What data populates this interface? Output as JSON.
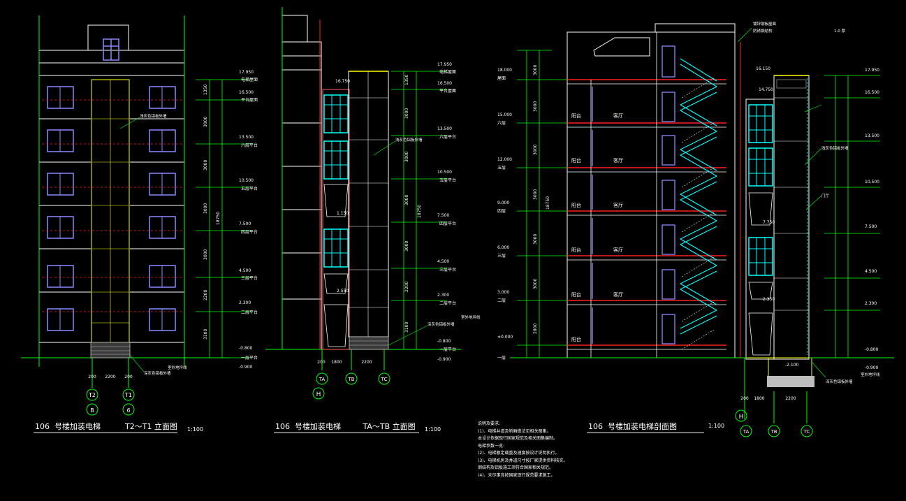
{
  "colors": {
    "background": "#000000",
    "green": "#00ff00",
    "white": "#ffffff",
    "yellow": "#ffff00",
    "red": "#ff2020",
    "cyan": "#00ffff",
    "blue": "#8a8aff",
    "gray": "#bdbdbd"
  },
  "drawing1": {
    "title_no": "106",
    "title_text": "号楼加装电梯",
    "title_axes": "T2～T1 立面图",
    "scale": "1:100",
    "axis_bubbles": [
      "T2",
      "T1",
      "B",
      "6"
    ],
    "dims": [
      "200",
      "2200",
      "200"
    ],
    "elevations": [
      "17.950",
      "16.500",
      "13.500",
      "10.500",
      "7.500",
      "4.500",
      "2.300",
      "-0.800",
      "-0.900"
    ],
    "floor_labels": [
      "电梯屋面",
      "平台屋面",
      "六层平台",
      "五层平台",
      "四层平台",
      "三层平台",
      "二层平台",
      "一层平台"
    ],
    "vdims": [
      "1350",
      "3000",
      "3000",
      "3000",
      "3000",
      "2200",
      "3100",
      "18750"
    ],
    "notes": [
      "浅灰色铝板外墙",
      "深灰色铝板外墙",
      "室外地坪线"
    ]
  },
  "drawing2": {
    "title_no": "106",
    "title_text": "号楼加装电梯",
    "title_axes": "TA～TB 立面图",
    "scale": "1:100",
    "axis_bubbles": [
      "TA",
      "TB",
      "TC",
      "H"
    ],
    "dims": [
      "200",
      "1800",
      "2200"
    ],
    "elevations": [
      "17.950",
      "16.500",
      "13.500",
      "10.500",
      "7.500",
      "4.500",
      "2.300",
      "-0.800",
      "-0.900"
    ],
    "inner_elevations": [
      "16.750",
      "1.150",
      "2.550"
    ],
    "floor_labels": [
      "电梯屋面",
      "平台屋面",
      "六层平台",
      "五层平台",
      "四层平台",
      "三层平台",
      "二层平台",
      "一层平台"
    ],
    "vdims": [
      "1350",
      "3000",
      "3000",
      "3000",
      "3000",
      "2200",
      "3100",
      "18750"
    ],
    "notes": [
      "浅灰色铝板外墙",
      "室外地坪线",
      "深灰色铝板外墙"
    ]
  },
  "drawing3": {
    "title_no": "106",
    "title_text": "号楼加装电梯剖面图",
    "scale": "1:100",
    "axis_bubbles": [
      "TA",
      "TB",
      "TC",
      "H"
    ],
    "dims": [
      "200",
      "1800",
      "2200"
    ],
    "left_elevations": [
      "18.000",
      "15.000",
      "12.000",
      "9.000",
      "6.000",
      "3.000",
      "±0.000"
    ],
    "left_floor_labels": [
      "屋面",
      "六层",
      "五层",
      "四层",
      "三层",
      "二层",
      "一层"
    ],
    "room_labels": [
      "阳台",
      "客厅"
    ],
    "right_elevations": [
      "17.950",
      "16.500",
      "13.500",
      "10.500",
      "7.500",
      "4.500",
      "2.300",
      "-0.800",
      "-0.900"
    ],
    "inner_elevations": [
      "16.150",
      "14.750",
      "7.750",
      "2.350",
      "-2.100"
    ],
    "vdims": [
      "3000",
      "3000",
      "3000",
      "3000",
      "3000",
      "3000",
      "2800",
      "18750"
    ],
    "top_notes": [
      "镀锌钢板屋面",
      "防锈钢结构",
      "1.0 厚"
    ],
    "notes": [
      "浅灰色铝板外墙",
      "门厅",
      "深灰色铝板外墙",
      "室外地坪线"
    ]
  },
  "general_notes": {
    "heading": "说明及要求:",
    "lines": [
      "(1)、电梯井道及轿厢做法见相关图集。",
      "本设计依据现行国家规范及相关图集编制。",
      "电梯参数一览:",
      "(2)、电梯额定载重及速度按设计说明执行。",
      "(3)、电梯机房及井道尺寸按厂家提供资料核实。",
      "钢结构及铝板施工须符合国家相关规范。",
      "(4)、未尽事宜按国家现行规范要求施工。"
    ]
  }
}
